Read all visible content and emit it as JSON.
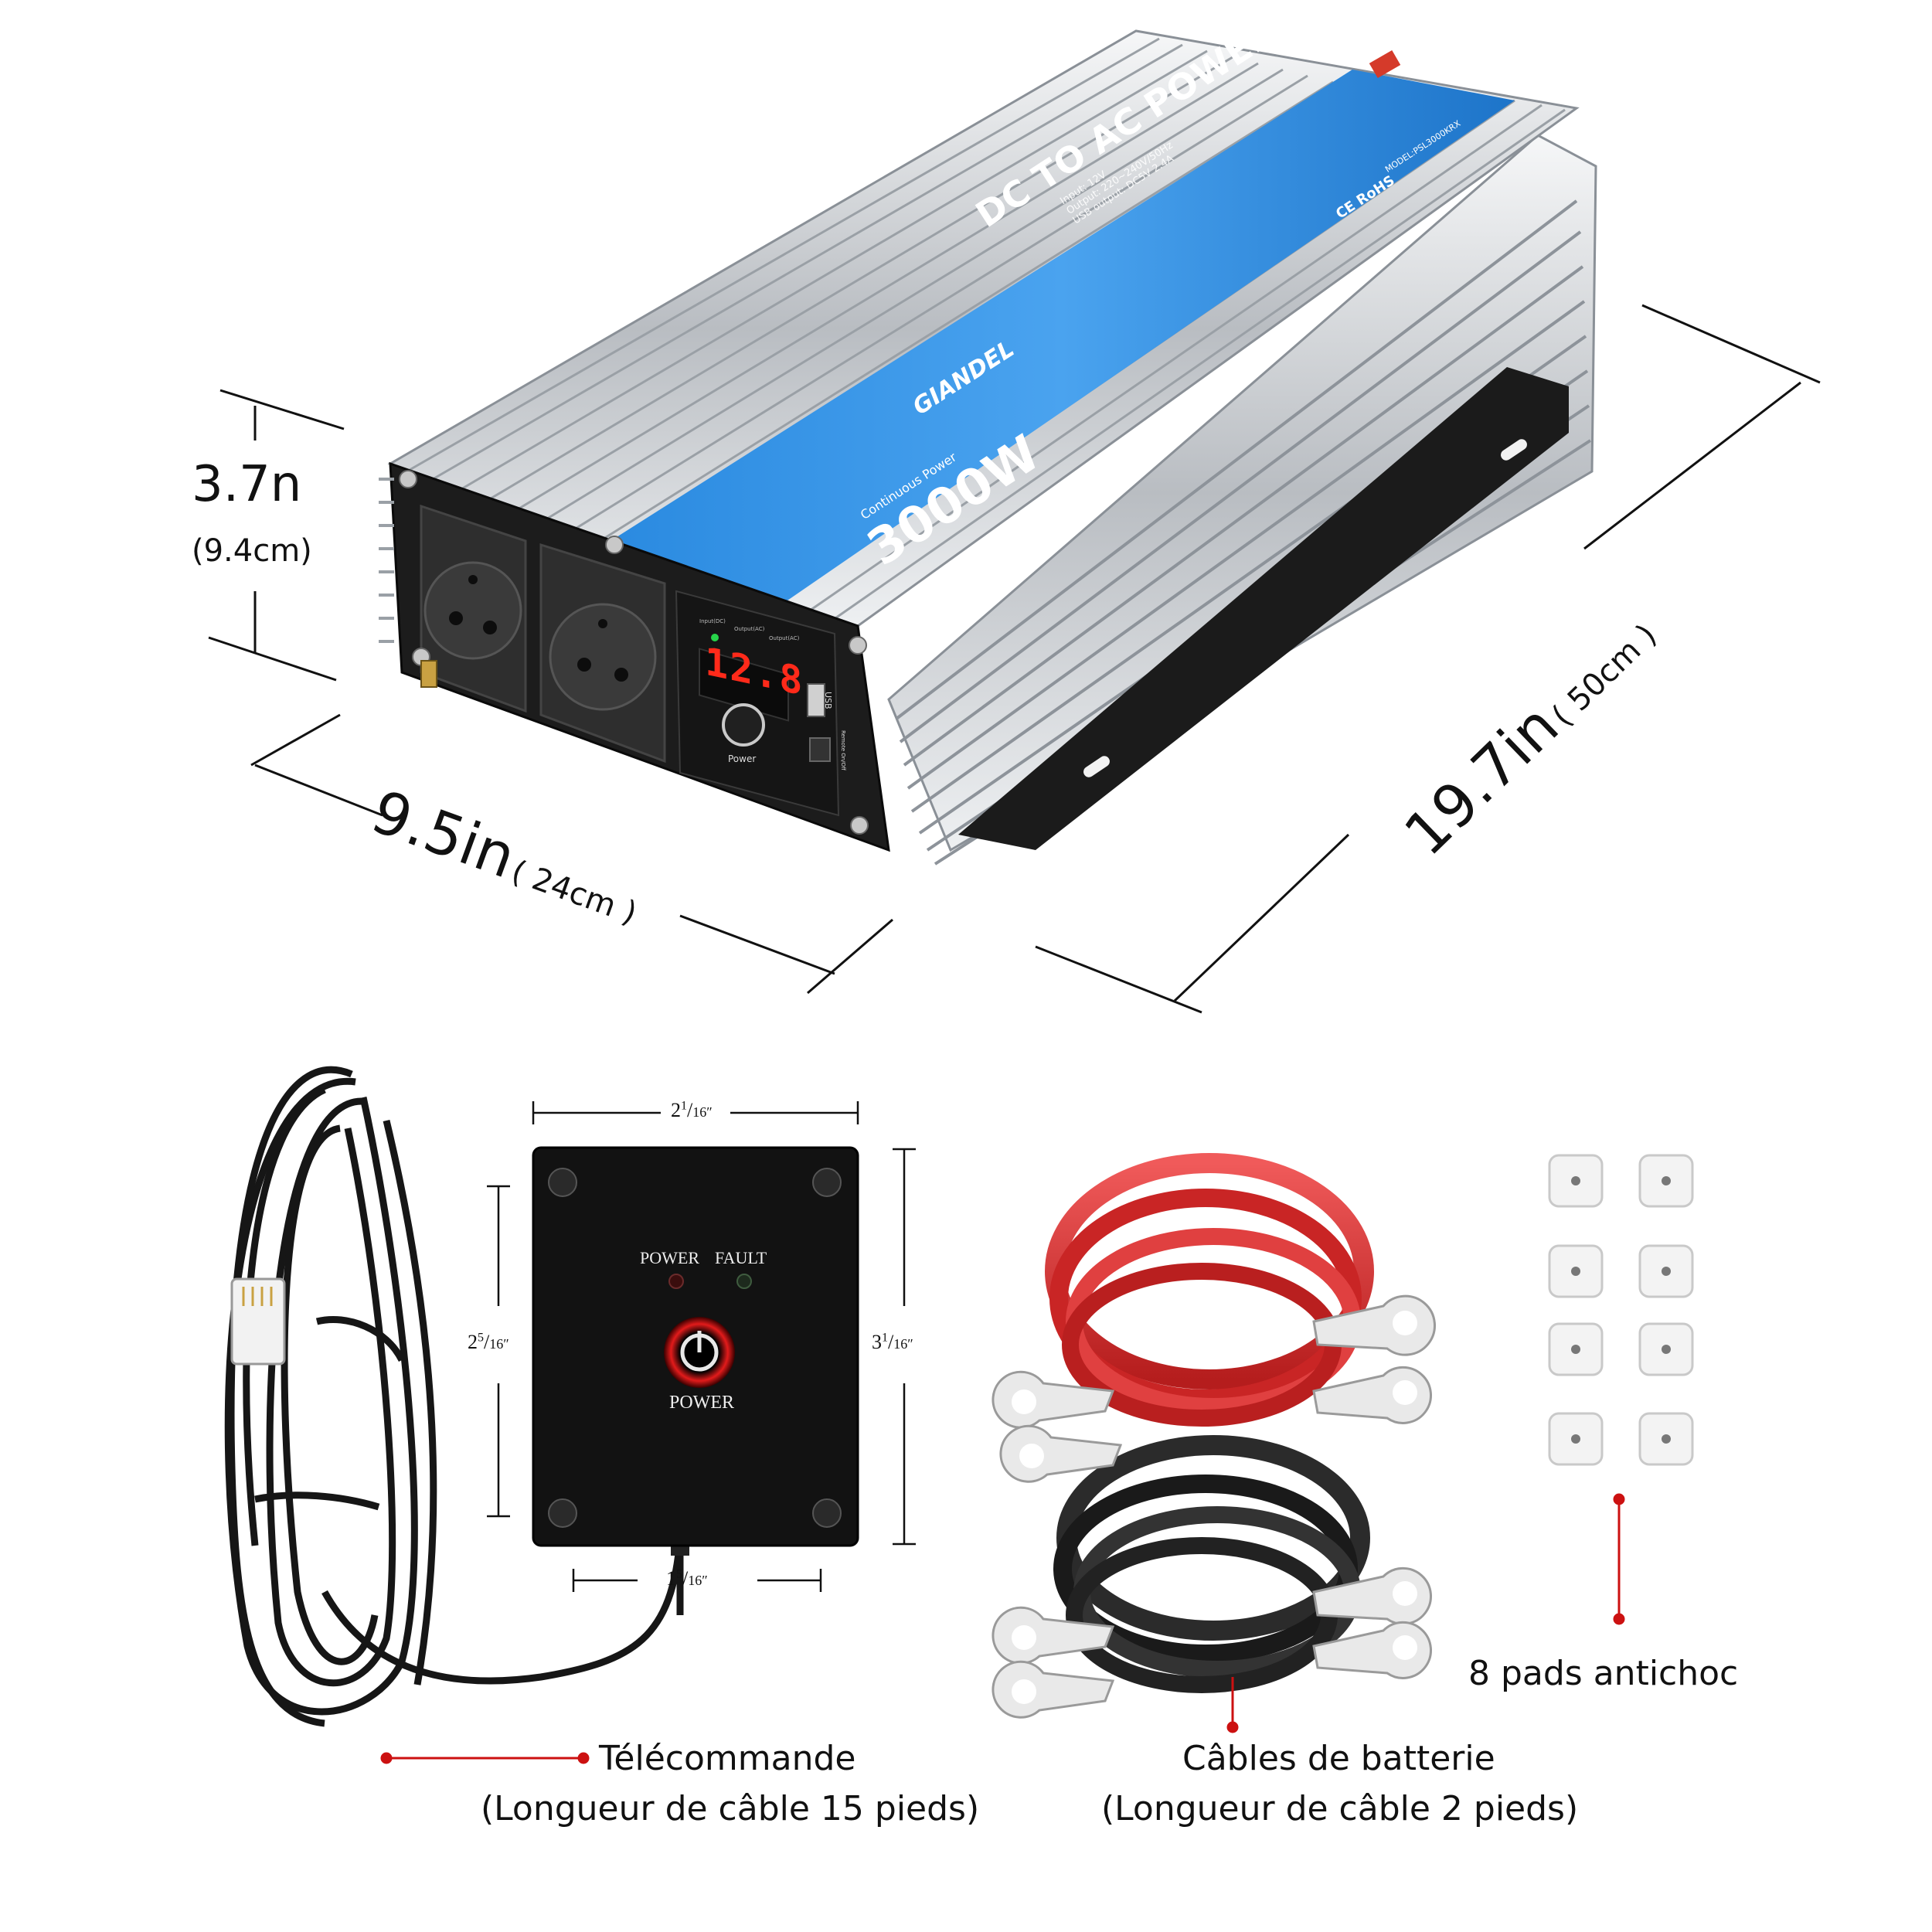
{
  "inverter": {
    "brand": "GIANDEL",
    "title": "DC TO AC POWER INVERTER",
    "model": "MODEL:PSL3000KRX",
    "rating_caption": "Continuous Power",
    "rating": "3000W",
    "spec_input": "Input: 12V",
    "spec_output": "Output: 220~240V/50Hz",
    "spec_usb": "USB output: DC5V 2.4A",
    "cert": "CE RoHS",
    "display_value": "12.8",
    "led_labels": [
      "Input(DC)",
      "Output(AC)",
      "Output(AC)"
    ],
    "power_button_label": "Power",
    "usb_label": "USB",
    "remote_label": "Remote On/Off"
  },
  "dimensions": {
    "height_main": "3.7n",
    "height_sub": "(9.4cm)",
    "width_main": "9.5in",
    "width_sub": "( 24cm )",
    "length_main": "19.7in",
    "length_sub": "( 50cm )"
  },
  "remote": {
    "led_power": "POWER",
    "led_fault": "FAULT",
    "button_label": "POWER",
    "dim_top": {
      "whole": "2",
      "num": "1",
      "den": "16″"
    },
    "dim_left": {
      "whole": "2",
      "num": "5",
      "den": "16″"
    },
    "dim_right": {
      "whole": "3",
      "num": "1",
      "den": "16″"
    },
    "dim_bottom": {
      "whole": "1",
      "num": "5",
      "den": "16″"
    }
  },
  "captions": {
    "remote_title": "Télécommande",
    "remote_sub": "(Longueur de câble 15 pieds)",
    "cables_title": "Câbles de batterie",
    "cables_sub": "(Longueur de câble 2 pieds)",
    "pads": "8 pads antichoc"
  },
  "colors": {
    "accent_blue": "#1f7fd8",
    "cable_red": "#d92b2b",
    "led_red": "#ff2a1a",
    "pointer_red": "#cc1111"
  }
}
